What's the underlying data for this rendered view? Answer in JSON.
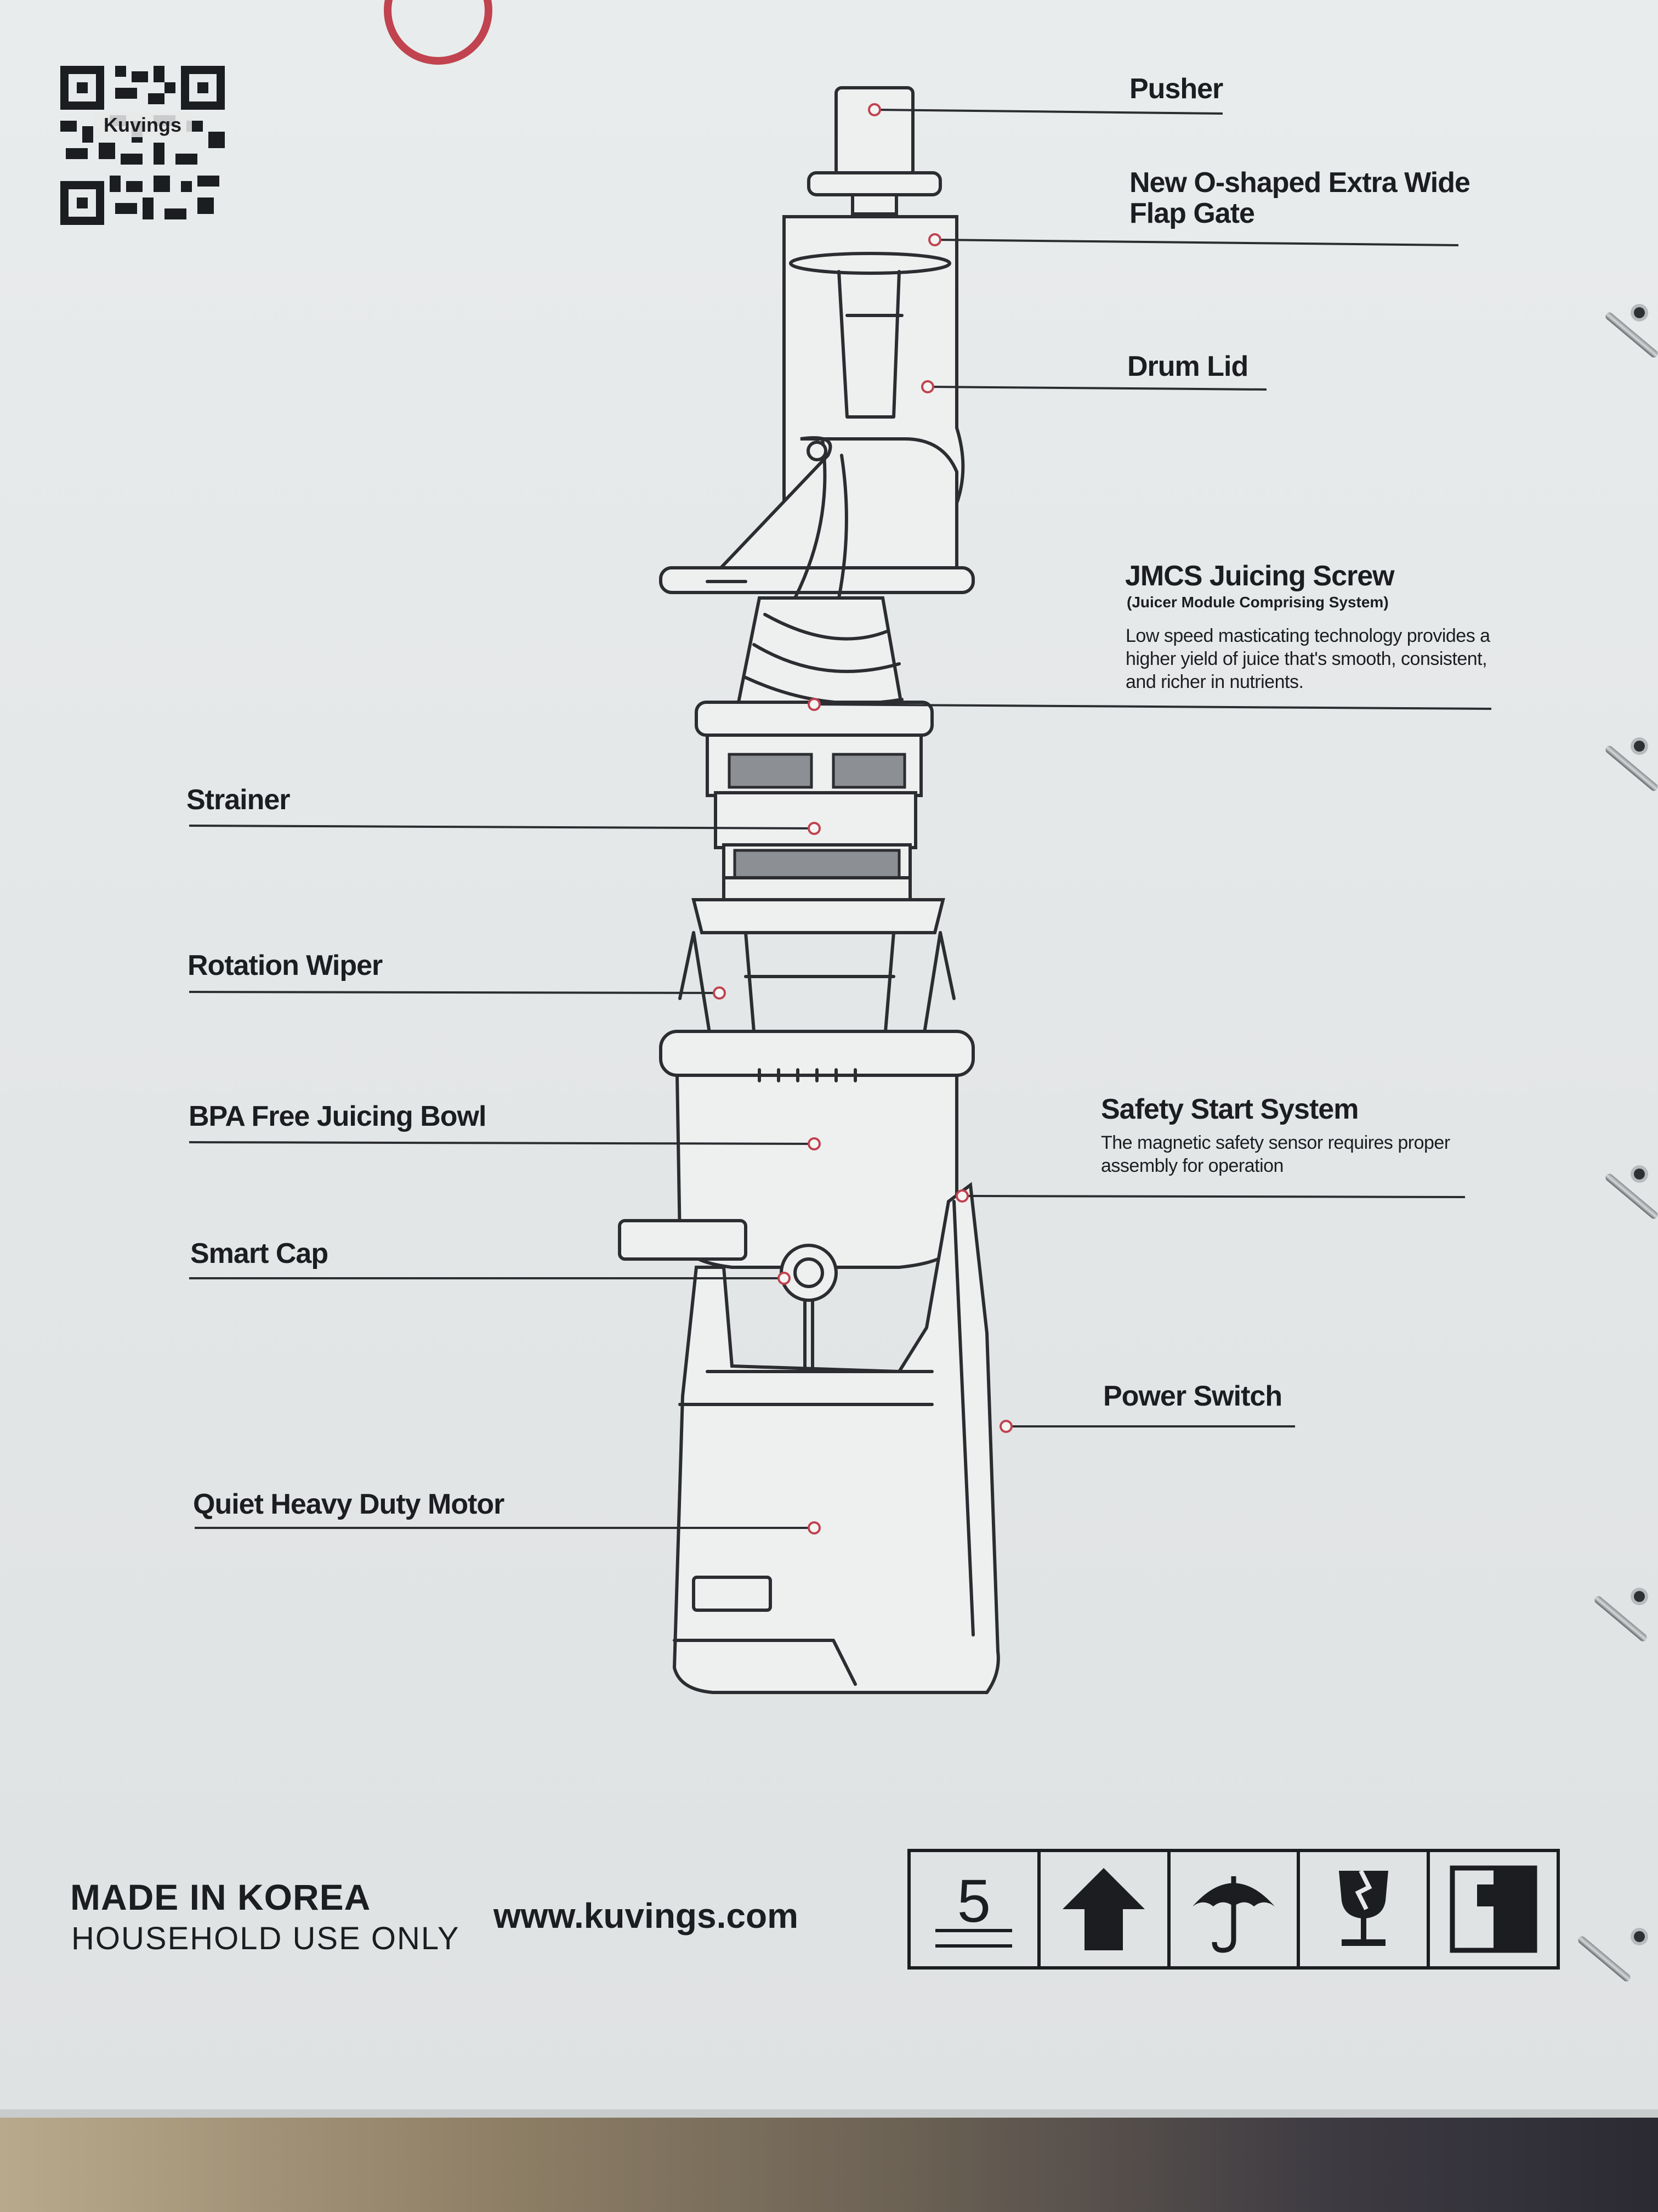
{
  "labels": {
    "pusher": "Pusher",
    "flap_gate": "New O-shaped Extra Wide Flap Gate",
    "drum_lid": "Drum Lid",
    "jmcs_title": "JMCS Juicing Screw",
    "jmcs_sub": "(Juicer Module Comprising System)",
    "jmcs_desc": "Low speed masticating technology provides a higher yield of juice that's smooth, consistent, and richer in nutrients.",
    "strainer": "Strainer",
    "rotation_wiper": "Rotation Wiper",
    "bowl": "BPA Free Juicing Bowl",
    "safety_title": "Safety Start System",
    "safety_desc": "The magnetic safety sensor requires proper assembly for operation",
    "smart_cap": "Smart Cap",
    "power_switch": "Power Switch",
    "motor": "Quiet Heavy Duty Motor"
  },
  "footer": {
    "made_in": "MADE IN KOREA",
    "household": "HOUSEHOLD USE ONLY",
    "website": "www.kuvings.com",
    "stack_limit": "5"
  },
  "qr_brand": "Kuvings",
  "colors": {
    "accent_red": "#c0434f",
    "ink": "#1c1d21",
    "box": "#e6e9ea"
  },
  "icons": [
    "stack-limit-icon",
    "this-way-up-icon",
    "keep-dry-icon",
    "fragile-icon",
    "center-of-gravity-icon"
  ]
}
